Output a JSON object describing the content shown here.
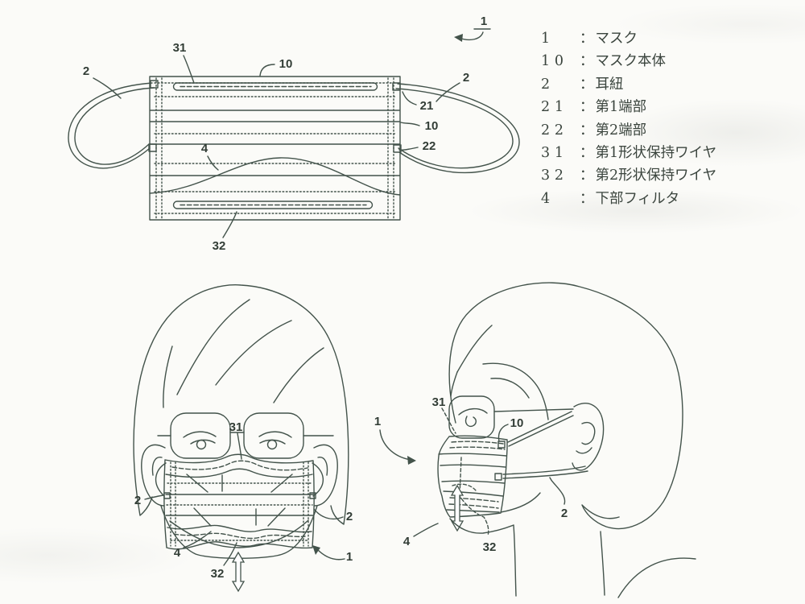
{
  "colors": {
    "paper": "#fbfbf8",
    "ink": "#43534b",
    "ink_dark": "#323d36",
    "legend_text": "#3a443d"
  },
  "legend": {
    "sep": "：",
    "entries": [
      {
        "num": "1",
        "label": "マスク"
      },
      {
        "num": "10",
        "label": "マスク本体"
      },
      {
        "num": "2",
        "label": "耳紐"
      },
      {
        "num": "21",
        "label": "第1端部"
      },
      {
        "num": "22",
        "label": "第2端部"
      },
      {
        "num": "31",
        "label": "第1形状保持ワイヤ"
      },
      {
        "num": "32",
        "label": "第2形状保持ワイヤ"
      },
      {
        "num": "4",
        "label": "下部フィルタ"
      }
    ]
  },
  "figures": {
    "flat": {
      "labels": {
        "fig": "1",
        "wire_top": "31",
        "body_top": "10",
        "strap_left": "2",
        "strap_right": "2",
        "end_first": "21",
        "body_side": "10",
        "end_second": "22",
        "filter": "4",
        "wire_bottom": "32"
      }
    },
    "front": {
      "labels": {
        "wire_top": "31",
        "strap_left": "2",
        "strap_right": "2",
        "filter": "4",
        "wire_bottom": "32",
        "mask": "1"
      }
    },
    "side": {
      "labels": {
        "mask": "1",
        "wire_top": "31",
        "body": "10",
        "strap": "2",
        "filter": "4",
        "wire_bottom": "32"
      }
    }
  }
}
